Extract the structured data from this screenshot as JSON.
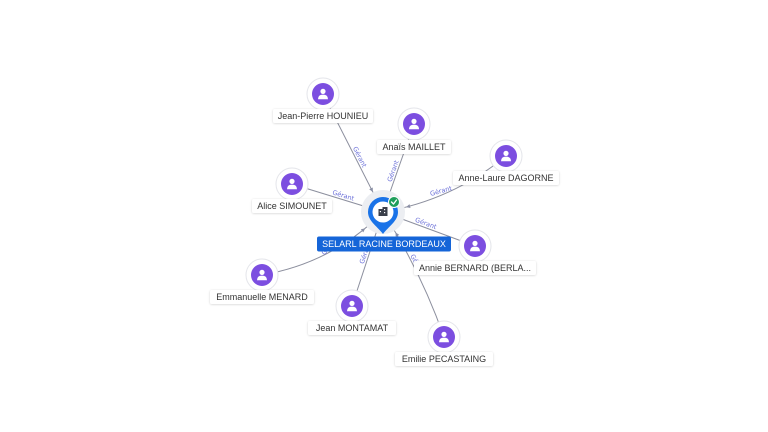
{
  "company": {
    "name": "SELARL RACINE BORDEAUX",
    "verified_icon": "check-circle-icon",
    "icon": "building-icon"
  },
  "edge_label": "Gérant",
  "people": [
    {
      "id": "jean-pierre-hounieu",
      "name": "Jean-Pierre HOUNIEU",
      "icon": "person-icon"
    },
    {
      "id": "anais-maillet",
      "name": "Anaïs MAILLET",
      "icon": "person-icon"
    },
    {
      "id": "anne-laure-dagorne",
      "name": "Anne-Laure DAGORNE",
      "icon": "person-icon"
    },
    {
      "id": "alice-simounet",
      "name": "Alice SIMOUNET",
      "icon": "person-icon"
    },
    {
      "id": "annie-bernard",
      "name": "Annie BERNARD (BERLA...",
      "icon": "person-icon"
    },
    {
      "id": "emmanuelle-menard",
      "name": "Emmanuelle MENARD",
      "icon": "person-icon"
    },
    {
      "id": "jean-montamat",
      "name": "Jean MONTAMAT",
      "icon": "person-icon"
    },
    {
      "id": "emilie-pecastaing",
      "name": "Emilie PECASTAING",
      "icon": "person-icon"
    }
  ],
  "colors": {
    "person": "#7c4ee0",
    "company": "#1a73e8",
    "verified": "#1e9e5a",
    "edge_label": "#6a6fd8"
  }
}
